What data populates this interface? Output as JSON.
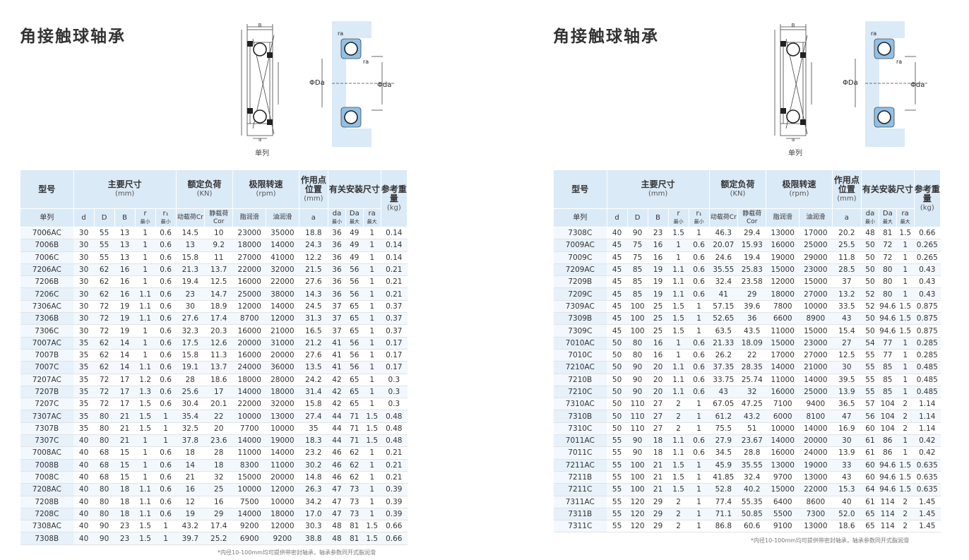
{
  "pages": [
    {
      "title": "角接触球轴承",
      "diagram_caption": "单列",
      "diagram_labels": {
        "b": "B",
        "a": "a",
        "Da": "ΦDa",
        "da": "Φda",
        "ra": "ra"
      },
      "header": {
        "model": "型号",
        "main_dims": "主要尺寸",
        "main_dims_unit": "(mm)",
        "rated_load": "额定负荷",
        "rated_load_unit": "(KN)",
        "speed_limit": "极限转速",
        "speed_limit_unit": "(rpm)",
        "action_point": "作用点位置",
        "action_point_unit": "(mm)",
        "install": "有关安装尺寸",
        "weight": "参考重量",
        "weight_unit": "(kg)",
        "single_row": "单列",
        "d": "d",
        "D": "D",
        "B": "B",
        "r": "r",
        "r1": "r₁",
        "min": "最小",
        "cr": "动载荷Cr",
        "cor": "静载荷Cor",
        "grease": "脂润滑",
        "oil": "油润滑",
        "a": "a",
        "da_col": "da",
        "Da_col": "Da",
        "ra_col": "ra",
        "max": "最大"
      },
      "rows": [
        [
          "7006AC",
          "30",
          "55",
          "13",
          "1",
          "0.6",
          "14.5",
          "10",
          "23000",
          "35000",
          "18.8",
          "36",
          "49",
          "1",
          "0.14"
        ],
        [
          "7006B",
          "30",
          "55",
          "13",
          "1",
          "0.6",
          "13",
          "9.2",
          "18000",
          "14000",
          "24.3",
          "36",
          "49",
          "1",
          "0.14"
        ],
        [
          "7006C",
          "30",
          "55",
          "13",
          "1",
          "0.6",
          "15.8",
          "11",
          "27000",
          "41000",
          "12.2",
          "36",
          "49",
          "1",
          "0.14"
        ],
        [
          "7206AC",
          "30",
          "62",
          "16",
          "1",
          "0.6",
          "21.3",
          "13.7",
          "22000",
          "32000",
          "21.5",
          "36",
          "56",
          "1",
          "0.21"
        ],
        [
          "7206B",
          "30",
          "62",
          "16",
          "1",
          "0.6",
          "19.4",
          "12.5",
          "16000",
          "22000",
          "27.6",
          "36",
          "56",
          "1",
          "0.21"
        ],
        [
          "7206C",
          "30",
          "62",
          "16",
          "1.1",
          "0.6",
          "23",
          "14.7",
          "25000",
          "38000",
          "14.3",
          "36",
          "56",
          "1",
          "0.21"
        ],
        [
          "7306AC",
          "30",
          "72",
          "19",
          "1.1",
          "0.6",
          "30",
          "18.9",
          "12000",
          "14000",
          "24.5",
          "37",
          "65",
          "1",
          "0.37"
        ],
        [
          "7306B",
          "30",
          "72",
          "19",
          "1.1",
          "0.6",
          "27.6",
          "17.4",
          "8700",
          "12000",
          "31.3",
          "37",
          "65",
          "1",
          "0.37"
        ],
        [
          "7306C",
          "30",
          "72",
          "19",
          "1",
          "0.6",
          "32.3",
          "20.3",
          "16000",
          "21000",
          "16.5",
          "37",
          "65",
          "1",
          "0.37"
        ],
        [
          "7007AC",
          "35",
          "62",
          "14",
          "1",
          "0.6",
          "17.5",
          "12.6",
          "20000",
          "31000",
          "21.2",
          "41",
          "56",
          "1",
          "0.17"
        ],
        [
          "7007B",
          "35",
          "62",
          "14",
          "1",
          "0.6",
          "15.8",
          "11.3",
          "16000",
          "20000",
          "27.6",
          "41",
          "56",
          "1",
          "0.17"
        ],
        [
          "7007C",
          "35",
          "62",
          "14",
          "1.1",
          "0.6",
          "19.1",
          "13.7",
          "24000",
          "36000",
          "13.5",
          "41",
          "56",
          "1",
          "0.17"
        ],
        [
          "7207AC",
          "35",
          "72",
          "17",
          "1.2",
          "0.6",
          "28",
          "18.6",
          "18000",
          "28000",
          "24.2",
          "42",
          "65",
          "1",
          "0.3"
        ],
        [
          "7207B",
          "35",
          "72",
          "17",
          "1.3",
          "0.6",
          "25.6",
          "17",
          "14000",
          "18000",
          "31.4",
          "42",
          "65",
          "1",
          "0.3"
        ],
        [
          "7207C",
          "35",
          "72",
          "17",
          "1.5",
          "0.6",
          "30.4",
          "20.1",
          "22000",
          "32000",
          "15.8",
          "42",
          "65",
          "1",
          "0.3"
        ],
        [
          "7307AC",
          "35",
          "80",
          "21",
          "1.5",
          "1",
          "35.4",
          "22",
          "10000",
          "13000",
          "27.4",
          "44",
          "71",
          "1.5",
          "0.48"
        ],
        [
          "7307B",
          "35",
          "80",
          "21",
          "1.5",
          "1",
          "32.5",
          "20",
          "7700",
          "10000",
          "35",
          "44",
          "71",
          "1.5",
          "0.48"
        ],
        [
          "7307C",
          "40",
          "80",
          "21",
          "1",
          "1",
          "37.8",
          "23.6",
          "14000",
          "19000",
          "18.3",
          "44",
          "71",
          "1.5",
          "0.48"
        ],
        [
          "7008AC",
          "40",
          "68",
          "15",
          "1",
          "0.6",
          "18",
          "28",
          "11000",
          "14000",
          "23.2",
          "46",
          "62",
          "1",
          "0.21"
        ],
        [
          "7008B",
          "40",
          "68",
          "15",
          "1",
          "0.6",
          "14",
          "18",
          "8300",
          "11000",
          "30.2",
          "46",
          "62",
          "1",
          "0.21"
        ],
        [
          "7008C",
          "40",
          "68",
          "15",
          "1",
          "0.6",
          "21",
          "32",
          "15000",
          "20000",
          "14.8",
          "46",
          "62",
          "1",
          "0.21"
        ],
        [
          "7208AC",
          "40",
          "80",
          "18",
          "1.1",
          "0.6",
          "16",
          "25",
          "10000",
          "12000",
          "26.3",
          "47",
          "73",
          "1",
          "0.39"
        ],
        [
          "7208B",
          "40",
          "80",
          "18",
          "1.1",
          "0.6",
          "12",
          "16",
          "7500",
          "10000",
          "34.2",
          "47",
          "73",
          "1",
          "0.39"
        ],
        [
          "7208C",
          "40",
          "80",
          "18",
          "1.1",
          "0.6",
          "19",
          "29",
          "14000",
          "18000",
          "17.0",
          "47",
          "73",
          "1",
          "0.39"
        ],
        [
          "7308AC",
          "40",
          "90",
          "23",
          "1.5",
          "1",
          "43.2",
          "17.4",
          "9200",
          "12000",
          "30.3",
          "48",
          "81",
          "1.5",
          "0.66"
        ],
        [
          "7308B",
          "40",
          "90",
          "23",
          "1.5",
          "1",
          "39.7",
          "25.2",
          "6900",
          "9200",
          "38.8",
          "48",
          "81",
          "1.5",
          "0.66"
        ]
      ],
      "note": "*内径10-100mm均可提供带密封轴承，轴承参数同开式脂润滑"
    },
    {
      "title": "角接触球轴承",
      "diagram_caption": "单列",
      "diagram_labels": {
        "b": "B",
        "a": "a",
        "Da": "ΦDa",
        "da": "Φda",
        "ra": "ra"
      },
      "header": {
        "model": "型号",
        "main_dims": "主要尺寸",
        "main_dims_unit": "(mm)",
        "rated_load": "额定负荷",
        "rated_load_unit": "(KN)",
        "speed_limit": "极限转速",
        "speed_limit_unit": "(rpm)",
        "action_point": "作用点位置",
        "action_point_unit": "(mm)",
        "install": "有关安装尺寸",
        "weight": "参考重量",
        "weight_unit": "(kg)",
        "single_row": "单列",
        "d": "d",
        "D": "D",
        "B": "B",
        "r": "r",
        "r1": "r₁",
        "min": "最小",
        "cr": "动载荷Cr",
        "cor": "静载荷Cor",
        "grease": "脂润滑",
        "oil": "油润滑",
        "a": "a",
        "da_col": "da",
        "Da_col": "Da",
        "ra_col": "ra",
        "max": "最大"
      },
      "rows": [
        [
          "7308C",
          "40",
          "90",
          "23",
          "1.5",
          "1",
          "46.3",
          "29.4",
          "13000",
          "17000",
          "20.2",
          "48",
          "81",
          "1.5",
          "0.66"
        ],
        [
          "7009AC",
          "45",
          "75",
          "16",
          "1",
          "0.6",
          "20.07",
          "15.93",
          "16000",
          "25000",
          "25.5",
          "50",
          "72",
          "1",
          "0.265"
        ],
        [
          "7009C",
          "45",
          "75",
          "16",
          "1",
          "0.6",
          "24.6",
          "19.4",
          "19000",
          "29000",
          "11.8",
          "50",
          "72",
          "1",
          "0.265"
        ],
        [
          "7209AC",
          "45",
          "85",
          "19",
          "1.1",
          "0.6",
          "35.55",
          "25.83",
          "15000",
          "23000",
          "28.5",
          "50",
          "80",
          "1",
          "0.43"
        ],
        [
          "7209B",
          "45",
          "85",
          "19",
          "1.1",
          "0.6",
          "32.4",
          "23.58",
          "12000",
          "15000",
          "37",
          "50",
          "80",
          "1",
          "0.43"
        ],
        [
          "7209C",
          "45",
          "85",
          "19",
          "1.1",
          "0.6",
          "41",
          "29",
          "18000",
          "27000",
          "13.2",
          "52",
          "80",
          "1",
          "0.43"
        ],
        [
          "7309AC",
          "45",
          "100",
          "25",
          "1.5",
          "1",
          "57.15",
          "39.6",
          "7800",
          "10000",
          "33.5",
          "52",
          "94.6",
          "1.5",
          "0.875"
        ],
        [
          "7309B",
          "45",
          "100",
          "25",
          "1.5",
          "1",
          "52.65",
          "36",
          "6600",
          "8900",
          "43",
          "50",
          "94.6",
          "1.5",
          "0.875"
        ],
        [
          "7309C",
          "45",
          "100",
          "25",
          "1.5",
          "1",
          "63.5",
          "43.5",
          "11000",
          "15000",
          "15.4",
          "50",
          "94.6",
          "1.5",
          "0.875"
        ],
        [
          "7010AC",
          "50",
          "80",
          "16",
          "1",
          "0.6",
          "21.33",
          "18.09",
          "15000",
          "23000",
          "27",
          "54",
          "77",
          "1",
          "0.285"
        ],
        [
          "7010C",
          "50",
          "80",
          "16",
          "1",
          "0.6",
          "26.2",
          "22",
          "17000",
          "27000",
          "12.5",
          "55",
          "77",
          "1",
          "0.285"
        ],
        [
          "7210AC",
          "50",
          "90",
          "20",
          "1.1",
          "0.6",
          "37.35",
          "28.35",
          "14000",
          "21000",
          "30",
          "55",
          "85",
          "1",
          "0.485"
        ],
        [
          "7210B",
          "50",
          "90",
          "20",
          "1.1",
          "0.6",
          "33.75",
          "25.74",
          "11000",
          "14000",
          "39.5",
          "55",
          "85",
          "1",
          "0.485"
        ],
        [
          "7210C",
          "50",
          "90",
          "20",
          "1.1",
          "0.6",
          "43",
          "32",
          "16000",
          "25000",
          "13.9",
          "55",
          "85",
          "1",
          "0.485"
        ],
        [
          "7310AC",
          "50",
          "110",
          "27",
          "2",
          "1",
          "67.05",
          "47.25",
          "7100",
          "9400",
          "36.5",
          "57",
          "104",
          "2",
          "1.14"
        ],
        [
          "7310B",
          "50",
          "110",
          "27",
          "2",
          "1",
          "61.2",
          "43.2",
          "6000",
          "8100",
          "47",
          "56",
          "104",
          "2",
          "1.14"
        ],
        [
          "7310C",
          "50",
          "110",
          "27",
          "2",
          "1",
          "75.5",
          "51",
          "10000",
          "14000",
          "16.9",
          "60",
          "104",
          "2",
          "1.14"
        ],
        [
          "7011AC",
          "55",
          "90",
          "18",
          "1.1",
          "0.6",
          "27.9",
          "23.67",
          "14000",
          "20000",
          "30",
          "61",
          "86",
          "1",
          "0.42"
        ],
        [
          "7011C",
          "55",
          "90",
          "18",
          "1.1",
          "0.6",
          "34.5",
          "28.8",
          "16000",
          "24000",
          "13.9",
          "61",
          "86",
          "1",
          "0.42"
        ],
        [
          "7211AC",
          "55",
          "100",
          "21",
          "1.5",
          "1",
          "45.9",
          "35.55",
          "13000",
          "19000",
          "33",
          "60",
          "94.6",
          "1.5",
          "0.635"
        ],
        [
          "7211B",
          "55",
          "100",
          "21",
          "1.5",
          "1",
          "41.85",
          "32.4",
          "9700",
          "13000",
          "43",
          "60",
          "94.6",
          "1.5",
          "0.635"
        ],
        [
          "7211C",
          "55",
          "100",
          "21",
          "1.5",
          "1",
          "52.8",
          "40.2",
          "15000",
          "22000",
          "15.3",
          "64",
          "94.6",
          "1.5",
          "0.635"
        ],
        [
          "7311AC",
          "55",
          "120",
          "29",
          "2",
          "1",
          "77.4",
          "55.35",
          "6400",
          "8600",
          "40",
          "61",
          "114",
          "2",
          "1.45"
        ],
        [
          "7311B",
          "55",
          "120",
          "29",
          "2",
          "1",
          "71.1",
          "50.85",
          "5500",
          "7300",
          "52.0",
          "65",
          "114",
          "2",
          "1.45"
        ],
        [
          "7311C",
          "55",
          "120",
          "29",
          "2",
          "1",
          "86.8",
          "60.6",
          "9100",
          "13000",
          "18.6",
          "65",
          "114",
          "2",
          "1.45"
        ]
      ],
      "note": "*内径10-100mm均可提供带密封轴承，轴承参数同开式脂润滑"
    }
  ]
}
